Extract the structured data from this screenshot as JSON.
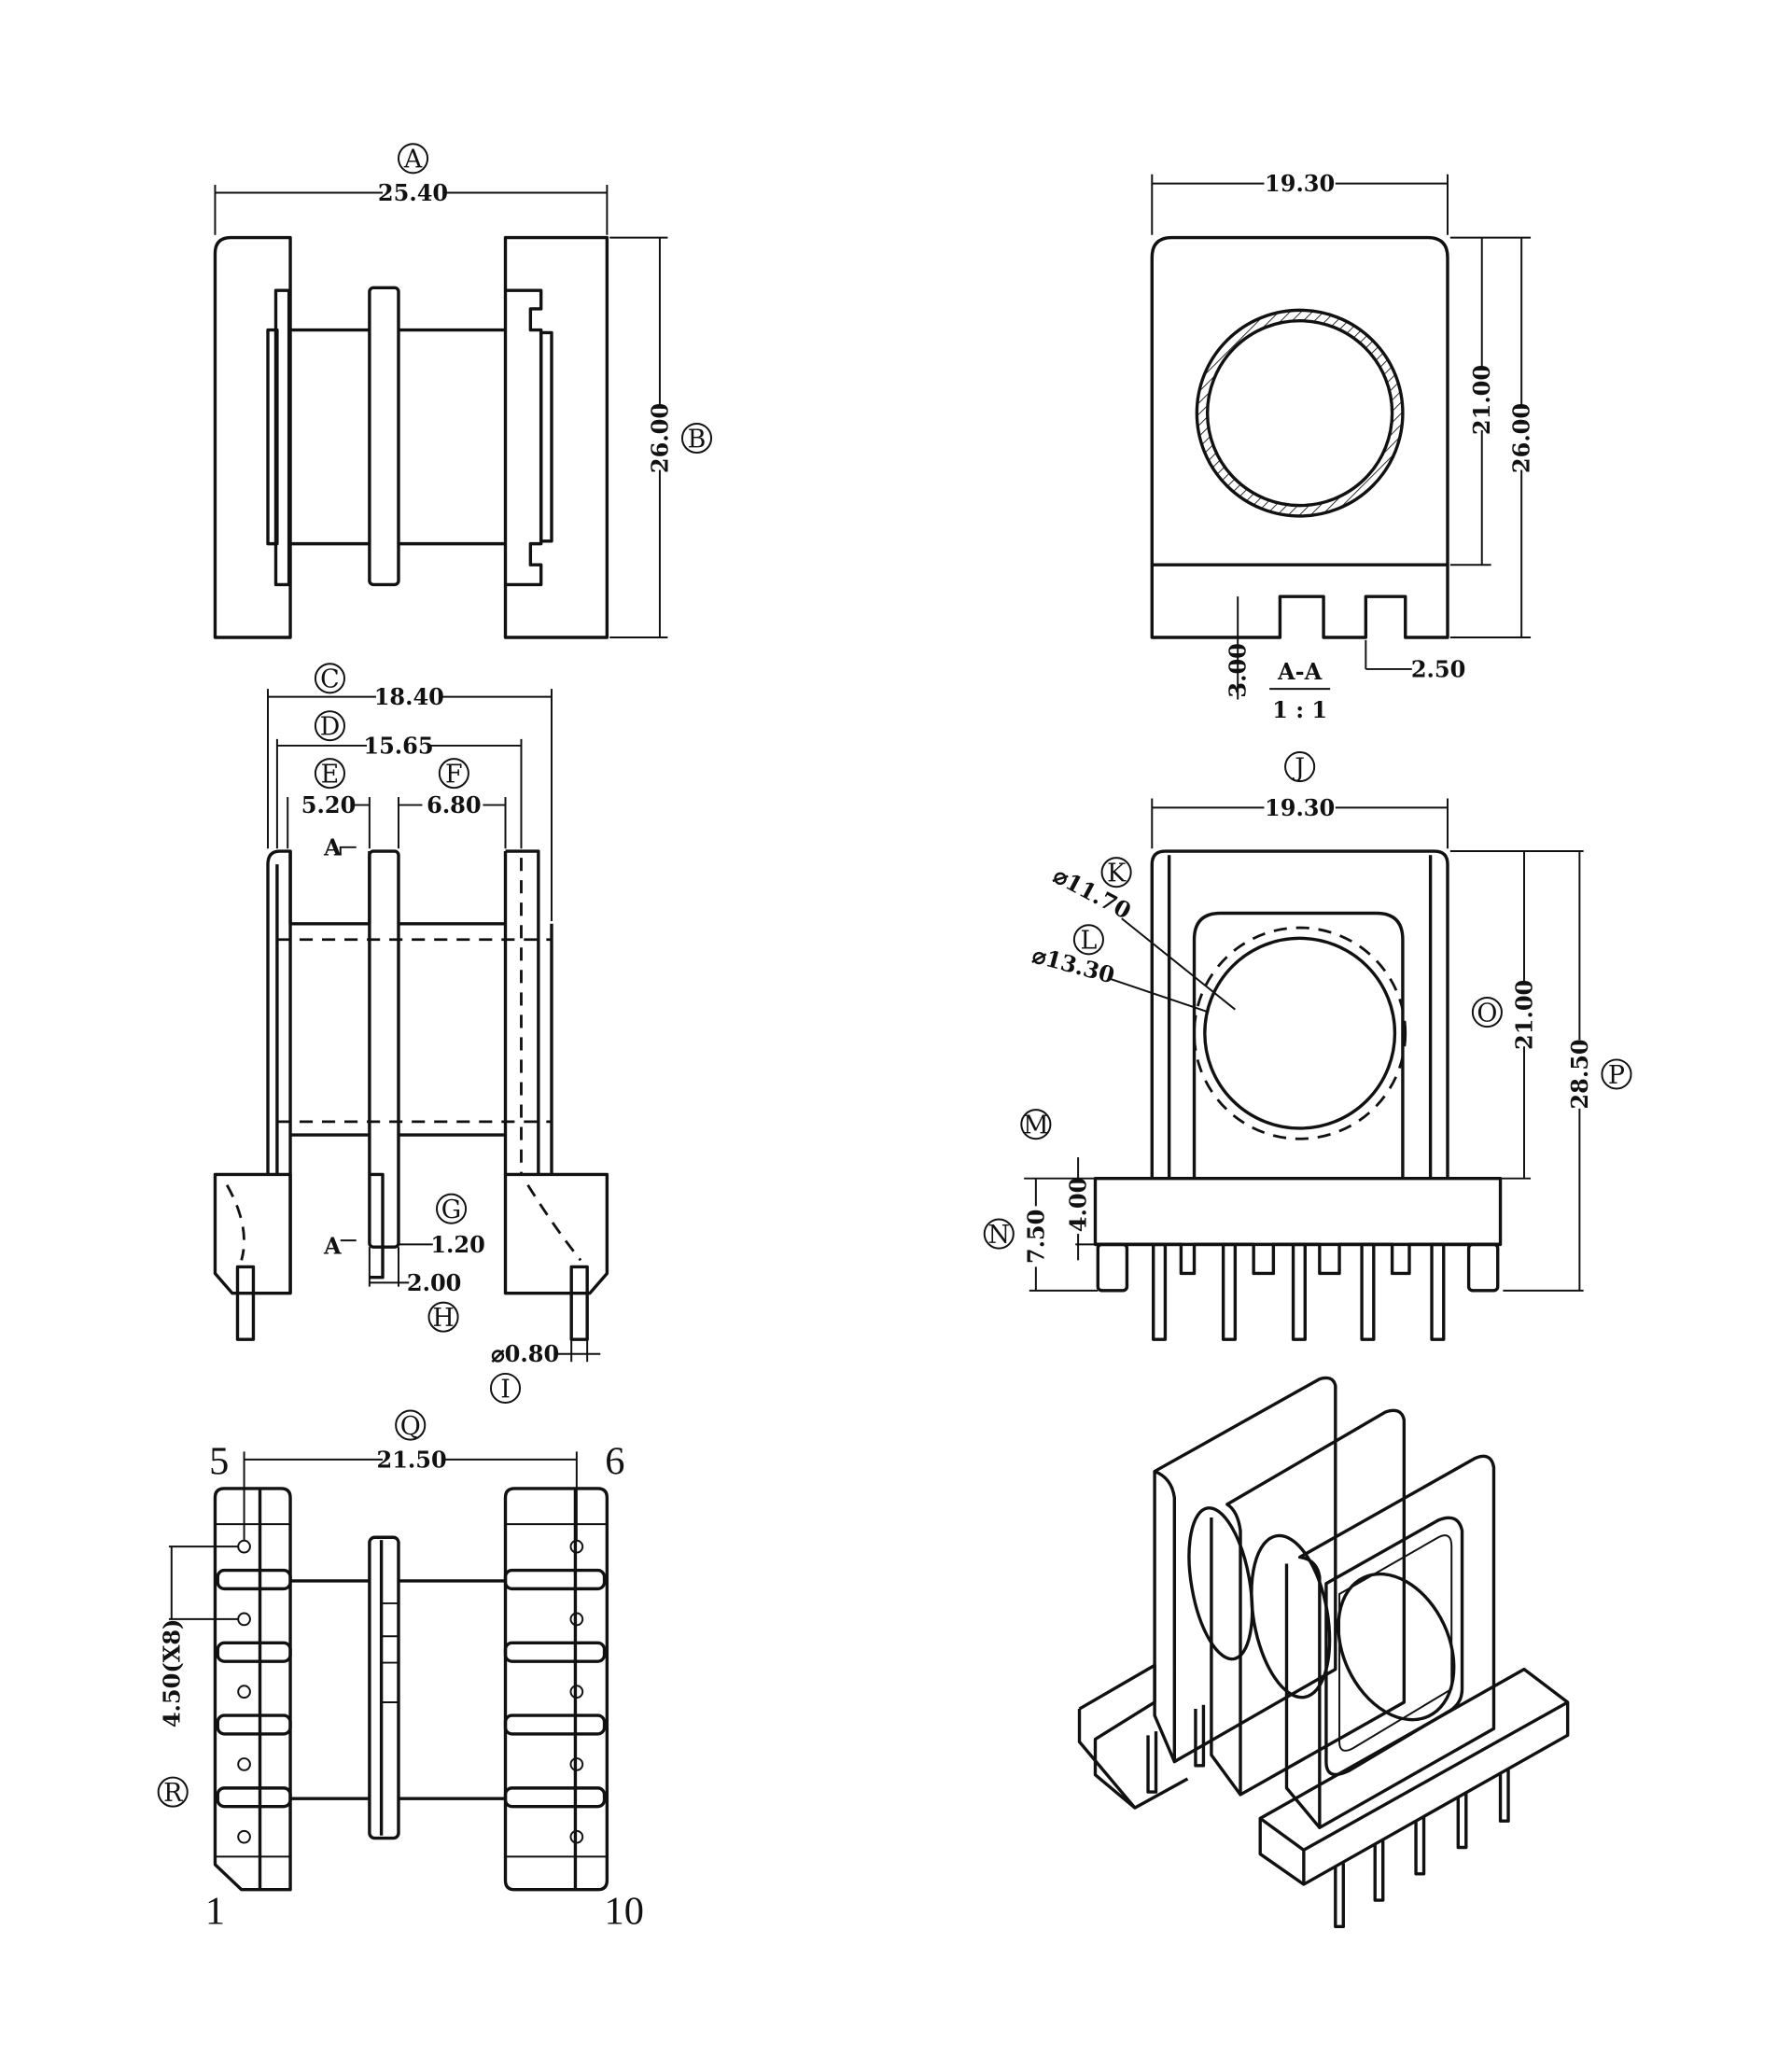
{
  "drawing": {
    "front_view": {
      "letter_a": "A",
      "dim_a": "25.40",
      "letter_b": "B",
      "dim_b": "26.00"
    },
    "section_view": {
      "dim_width": "19.30",
      "dim_inner_height": "21.00",
      "dim_height": "26.00",
      "dim_slot": "3.00",
      "dim_tab": "2.50",
      "section_label": "A-A",
      "scale_label": "1 : 1"
    },
    "side_view": {
      "letter_c": "C",
      "dim_c": "18.40",
      "letter_d": "D",
      "dim_d": "15.65",
      "letter_e": "E",
      "dim_e": "5.20",
      "letter_f": "F",
      "dim_f": "6.80",
      "letter_g": "G",
      "dim_g": "1.20",
      "letter_h": "H",
      "dim_h": "2.00",
      "letter_i": "I",
      "dim_i": "⌀0.80",
      "section_mark": "A"
    },
    "end_view": {
      "letter_j": "J",
      "dim_j": "19.30",
      "letter_k": "K",
      "dim_k": "⌀11.70",
      "letter_l": "L",
      "dim_l": "⌀13.30",
      "letter_m": "M",
      "dim_m": "4.00",
      "letter_n": "N",
      "dim_n": "7.50",
      "letter_o": "O",
      "dim_o": "21.00",
      "letter_p": "P",
      "dim_p": "28.50"
    },
    "bottom_view": {
      "letter_q": "Q",
      "dim_q": "21.50",
      "letter_r": "R",
      "dim_r": "4.50(X8)",
      "pin_top_left": "5",
      "pin_top_right": "6",
      "pin_bottom_left": "1",
      "pin_bottom_right": "10"
    }
  }
}
